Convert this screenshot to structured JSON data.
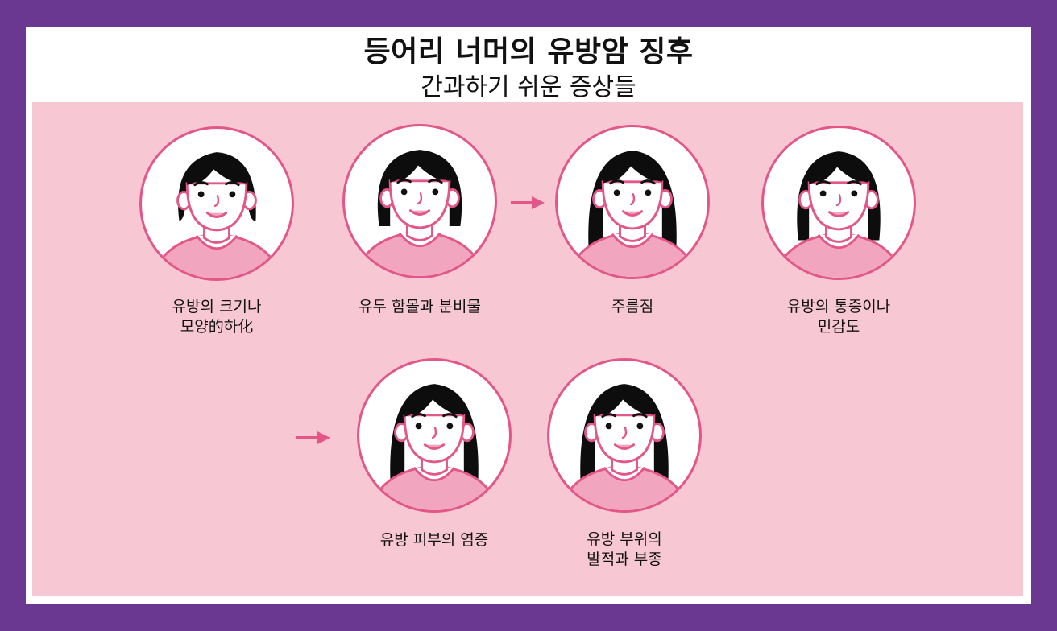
{
  "header": {
    "title": "등어리 너머의 유방암 징후",
    "subtitle": "간과하기 쉬운 증상들"
  },
  "colors": {
    "border": "#6a3891",
    "panel": "#f7c7d3",
    "accent": "#e25688",
    "hair": "#0d0d0d"
  },
  "symptoms": [
    {
      "label_line1": "유방의 크기나",
      "label_line2": "모양的하化",
      "icon": "woman-short-bob-avatar"
    },
    {
      "label_line1": "유두 함몰과 분비물",
      "label_line2": "",
      "icon": "woman-bob-avatar"
    },
    {
      "label_line1": "주름짐",
      "label_line2": "",
      "icon": "woman-long-hair-avatar"
    },
    {
      "label_line1": "유방의 통증이나",
      "label_line2": "민감도",
      "icon": "woman-shoulder-hair-avatar"
    },
    {
      "label_line1": "유방 피부의 염증",
      "label_line2": "",
      "icon": "woman-long-hair-avatar"
    },
    {
      "label_line1": "유방 부위의",
      "label_line2": "발적과 부종",
      "icon": "woman-long-hair-avatar"
    }
  ],
  "arrows": [
    {
      "icon": "arrow-right-icon",
      "between": "2-3"
    },
    {
      "icon": "arrow-right-icon",
      "before": "5"
    }
  ]
}
